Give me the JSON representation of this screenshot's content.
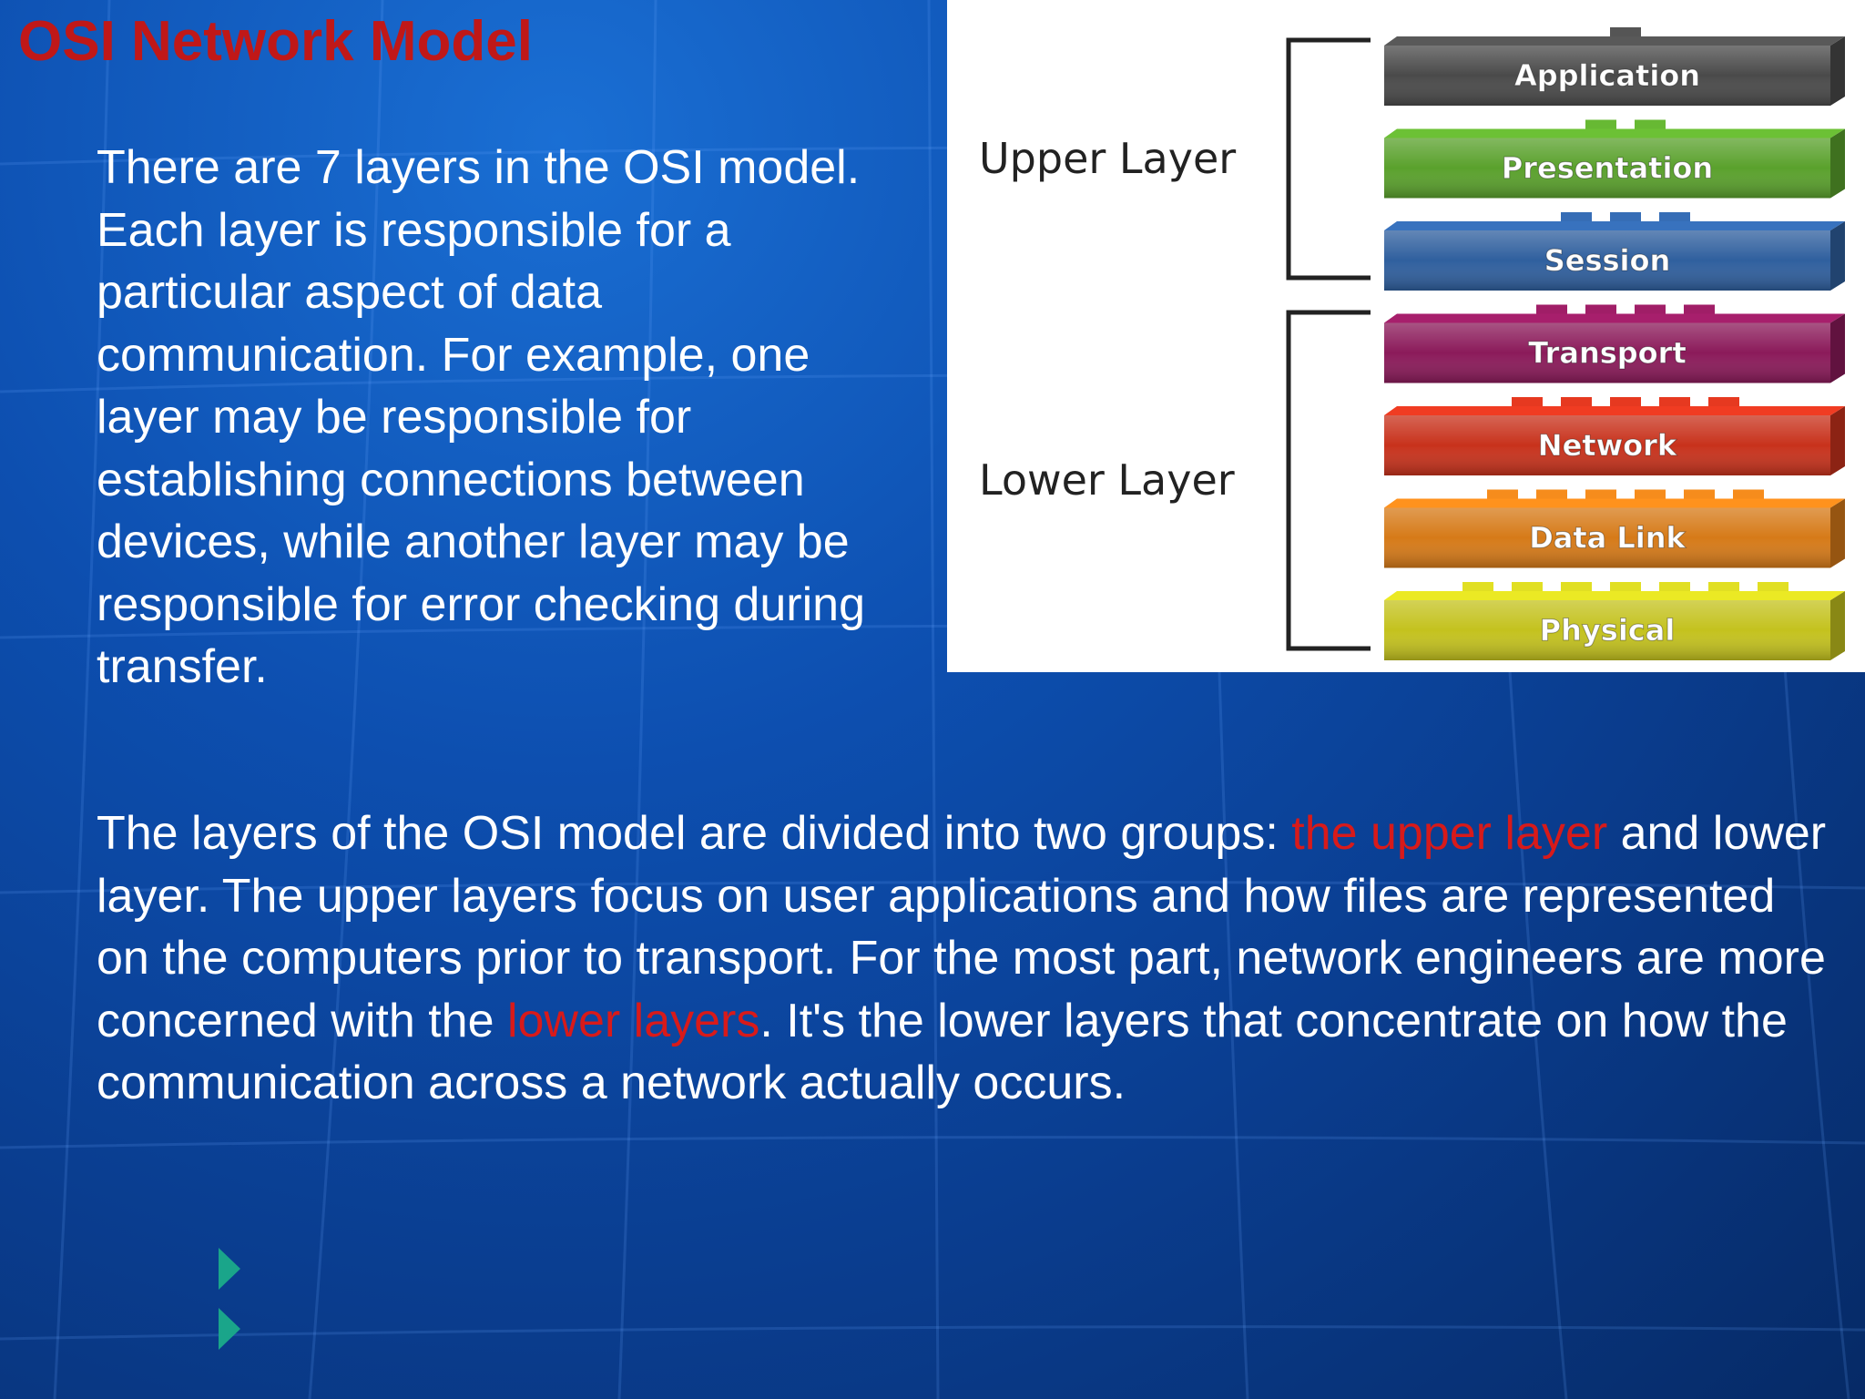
{
  "slide": {
    "title": "OSI Network Model",
    "paragraph1": "There are 7 layers in the OSI model. Each layer is responsible for a particular aspect of data communication. For example, one layer may be responsible for establishing connections between devices, while another layer may be responsible for error checking during transfer.",
    "paragraph2": {
      "part1": "The layers of the OSI model are divided into two groups: ",
      "highlight1": "the upper layer",
      "part2": " and lower layer. The upper layers focus on user applications and how files are represented on the computers prior to transport. For the most part, network engineers are more concerned with the ",
      "highlight2": "lower layers",
      "part3": ". It's the lower layers that concentrate on how the communication across a network actually occurs."
    }
  },
  "osi_diagram": {
    "group_labels": {
      "upper": "Upper Layer",
      "lower": "Lower Layer"
    },
    "layers": [
      {
        "name": "Application",
        "color": "#4a4a4a"
      },
      {
        "name": "Presentation",
        "color": "#5aa12c"
      },
      {
        "name": "Session",
        "color": "#2f5f9e"
      },
      {
        "name": "Transport",
        "color": "#8b1a5a"
      },
      {
        "name": "Network",
        "color": "#c8321c"
      },
      {
        "name": "Data Link",
        "color": "#d67a18"
      },
      {
        "name": "Physical",
        "color": "#c4c21e"
      }
    ]
  },
  "colors": {
    "title": "#c01818",
    "highlight": "#d81a1a",
    "body_text": "#ffffff",
    "bullet": "#1aa58a"
  },
  "bullets": {
    "icon": "triangle-bullet-icon",
    "count": 2
  }
}
